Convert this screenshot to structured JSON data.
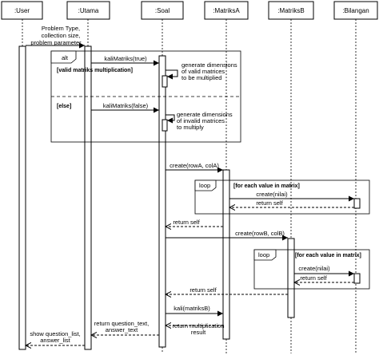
{
  "participants": [
    ":User",
    ":Utama",
    ":Soal",
    ":MatriksA",
    ":MatriksB",
    ":Bilangan"
  ],
  "messages": {
    "m1_lines": [
      "Problem Type,",
      "collection size,",
      "problem parameter"
    ],
    "m2": "kaliMatriks(true)",
    "m3_lines": [
      "generate dimensions",
      "of valid matrices",
      "to be multiplied"
    ],
    "m4": "kaliMatriks(false)",
    "m5_lines": [
      "generate dimensions",
      "of invalid matrices",
      "to multiply"
    ],
    "m6": "create(rowA, colA)",
    "m7": "create(nilai)",
    "m8": "return self",
    "m9": "return self",
    "m10": "create(rowB, colB)",
    "m11": "create(nilai)",
    "m12": "return self",
    "m13": "return self",
    "m14": "kali(matriksB)",
    "m15_lines": [
      "return multiplication",
      "result"
    ],
    "m16_lines": [
      "return question_text,",
      "answer_text"
    ],
    "m17_lines": [
      "show question_list,",
      "answer_list"
    ]
  },
  "fragments": {
    "alt_label": "alt",
    "alt_guard1": "[valid matriks multiplication]",
    "alt_guard2": "[else]",
    "loop_label": "loop",
    "loop_guard": "[for each value in matrix]"
  }
}
